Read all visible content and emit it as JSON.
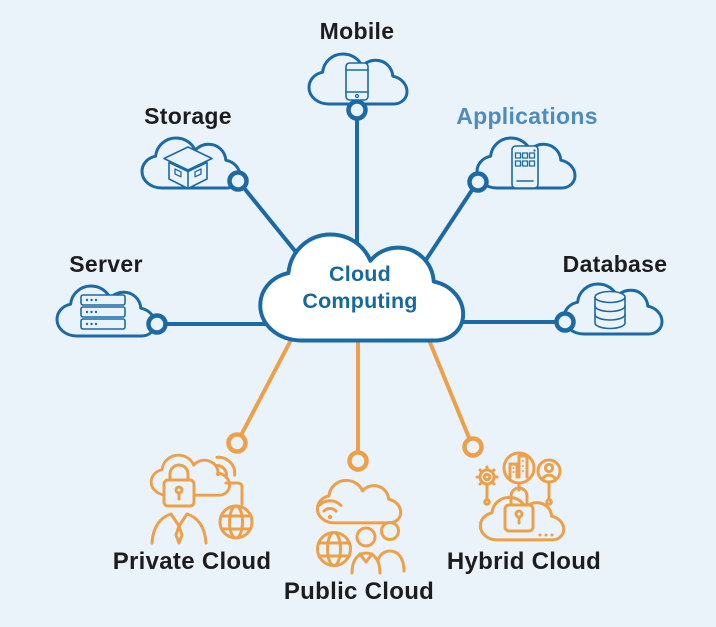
{
  "title": "Cloud Computing Diagram",
  "colors": {
    "background": "#EBF3FA",
    "blue": "#1B6AA5",
    "orange": "#EDA04A",
    "label": "#1D1D1F",
    "applications": "#4F8BBB",
    "centerText": "#17689F",
    "cloudFill": "#FFFFFF"
  },
  "center": {
    "label": "Cloud Computing"
  },
  "nodes": {
    "mobile": {
      "label": "Mobile",
      "icon": "smartphone-icon"
    },
    "storage": {
      "label": "Storage",
      "icon": "storage-box-icon"
    },
    "applications": {
      "label": "Applications",
      "icon": "apps-phone-icon"
    },
    "server": {
      "label": "Server",
      "icon": "server-rack-icon"
    },
    "database": {
      "label": "Database",
      "icon": "database-cylinder-icon"
    },
    "private_cloud": {
      "label": "Private Cloud",
      "icon": "private-cloud-icon"
    },
    "public_cloud": {
      "label": "Public Cloud",
      "icon": "public-cloud-icon"
    },
    "hybrid_cloud": {
      "label": "Hybrid Cloud",
      "icon": "hybrid-cloud-icon"
    }
  }
}
